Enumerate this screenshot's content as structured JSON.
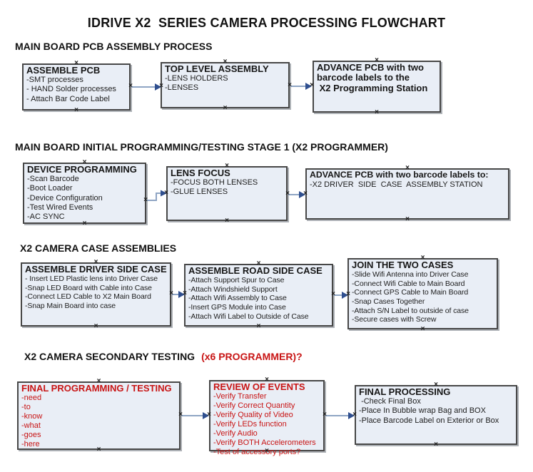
{
  "page_title": "IDRIVE X2  SERIES CAMERA PROCESSING FLOWCHART",
  "handles": {
    "glyph": "×"
  },
  "colors": {
    "box_fill": "#e9eef6",
    "box_border": "#474747",
    "connector_line": "#8fa5c4",
    "connector_arrow": "#2f4f8f",
    "red_text": "#c81414",
    "black_text": "#161616"
  },
  "sections": [
    {
      "heading": "MAIN BOARD PCB ASSEMBLY PROCESS",
      "boxes": [
        {
          "title": "ASSEMBLE PCB",
          "lines": [
            "-SMT processes",
            "- HAND Solder processes",
            "- Attach Bar Code Label"
          ]
        },
        {
          "title": "TOP LEVEL ASSEMBLY",
          "lines": [
            "-LENS HOLDERS",
            "-LENSES"
          ]
        },
        {
          "title": "ADVANCE PCB with two barcode labels to the\n X2 Programming Station",
          "lines": []
        }
      ]
    },
    {
      "heading": "MAIN BOARD INITIAL PROGRAMMING/TESTING STAGE 1 (X2 PROGRAMMER)",
      "boxes": [
        {
          "title": "DEVICE PROGRAMMING",
          "lines": [
            "-Scan Barcode",
            "-Boot Loader",
            "-Device Configuration",
            "-Test Wired Events",
            "-AC SYNC"
          ]
        },
        {
          "title": "LENS FOCUS",
          "lines": [
            "-FOCUS BOTH LENSES",
            "-GLUE LENSES"
          ]
        },
        {
          "title": "ADVANCE PCB with two barcode labels to:",
          "lines": [
            "-X2 DRIVER  SIDE  CASE  ASSEMBLY STATION"
          ]
        }
      ]
    },
    {
      "heading": "X2 CAMERA CASE ASSEMBLIES",
      "boxes": [
        {
          "title": "ASSEMBLE DRIVER SIDE CASE",
          "lines": [
            "- Insert LED Plastic lens into Driver Case",
            "-Snap LED Board with Cable into Case",
            "-Connect LED Cable to X2 Main Board",
            "-Snap Main Board into case"
          ]
        },
        {
          "title": "ASSEMBLE ROAD SIDE CASE",
          "lines": [
            "-Attach Support Spur to Case",
            "-Attach Windshield Support",
            "-Attach Wifi Assembly to Case",
            "-Insert GPS Module into Case",
            "-Attach Wifi Label to Outside of Case"
          ]
        },
        {
          "title": "JOIN THE TWO CASES",
          "lines": [
            "-Slide Wifi Antenna into Driver Case",
            "-Connect Wifi Cable to Main Board",
            "-Connect GPS Cable to Main Board",
            "-Snap Cases Together",
            "-Attach S/N Label to outside of case",
            "-Secure cases with Screw"
          ]
        }
      ]
    },
    {
      "heading": "X2 CAMERA SECONDARY TESTING",
      "heading_red": "(x6 PROGRAMMER)?",
      "boxes": [
        {
          "title": "FINAL PROGRAMMING / TESTING",
          "lines": [
            "-need",
            "-to",
            "-know",
            "-what",
            "-goes",
            "-here"
          ]
        },
        {
          "title": "REVIEW OF EVENTS",
          "lines": [
            "-Verify Transfer",
            "-Verify Correct Quantity",
            "-Verify Quality of Video",
            "-Verify LEDs function",
            "-Verify Audio",
            "-Verify BOTH Accelerometers",
            "-Test of accessory ports?"
          ]
        },
        {
          "title": "FINAL PROCESSING",
          "lines": [
            " -Check Final Box",
            "-Place In Bubble wrap Bag and BOX",
            "-Place Barcode Label on Exterior or Box"
          ]
        }
      ]
    }
  ]
}
